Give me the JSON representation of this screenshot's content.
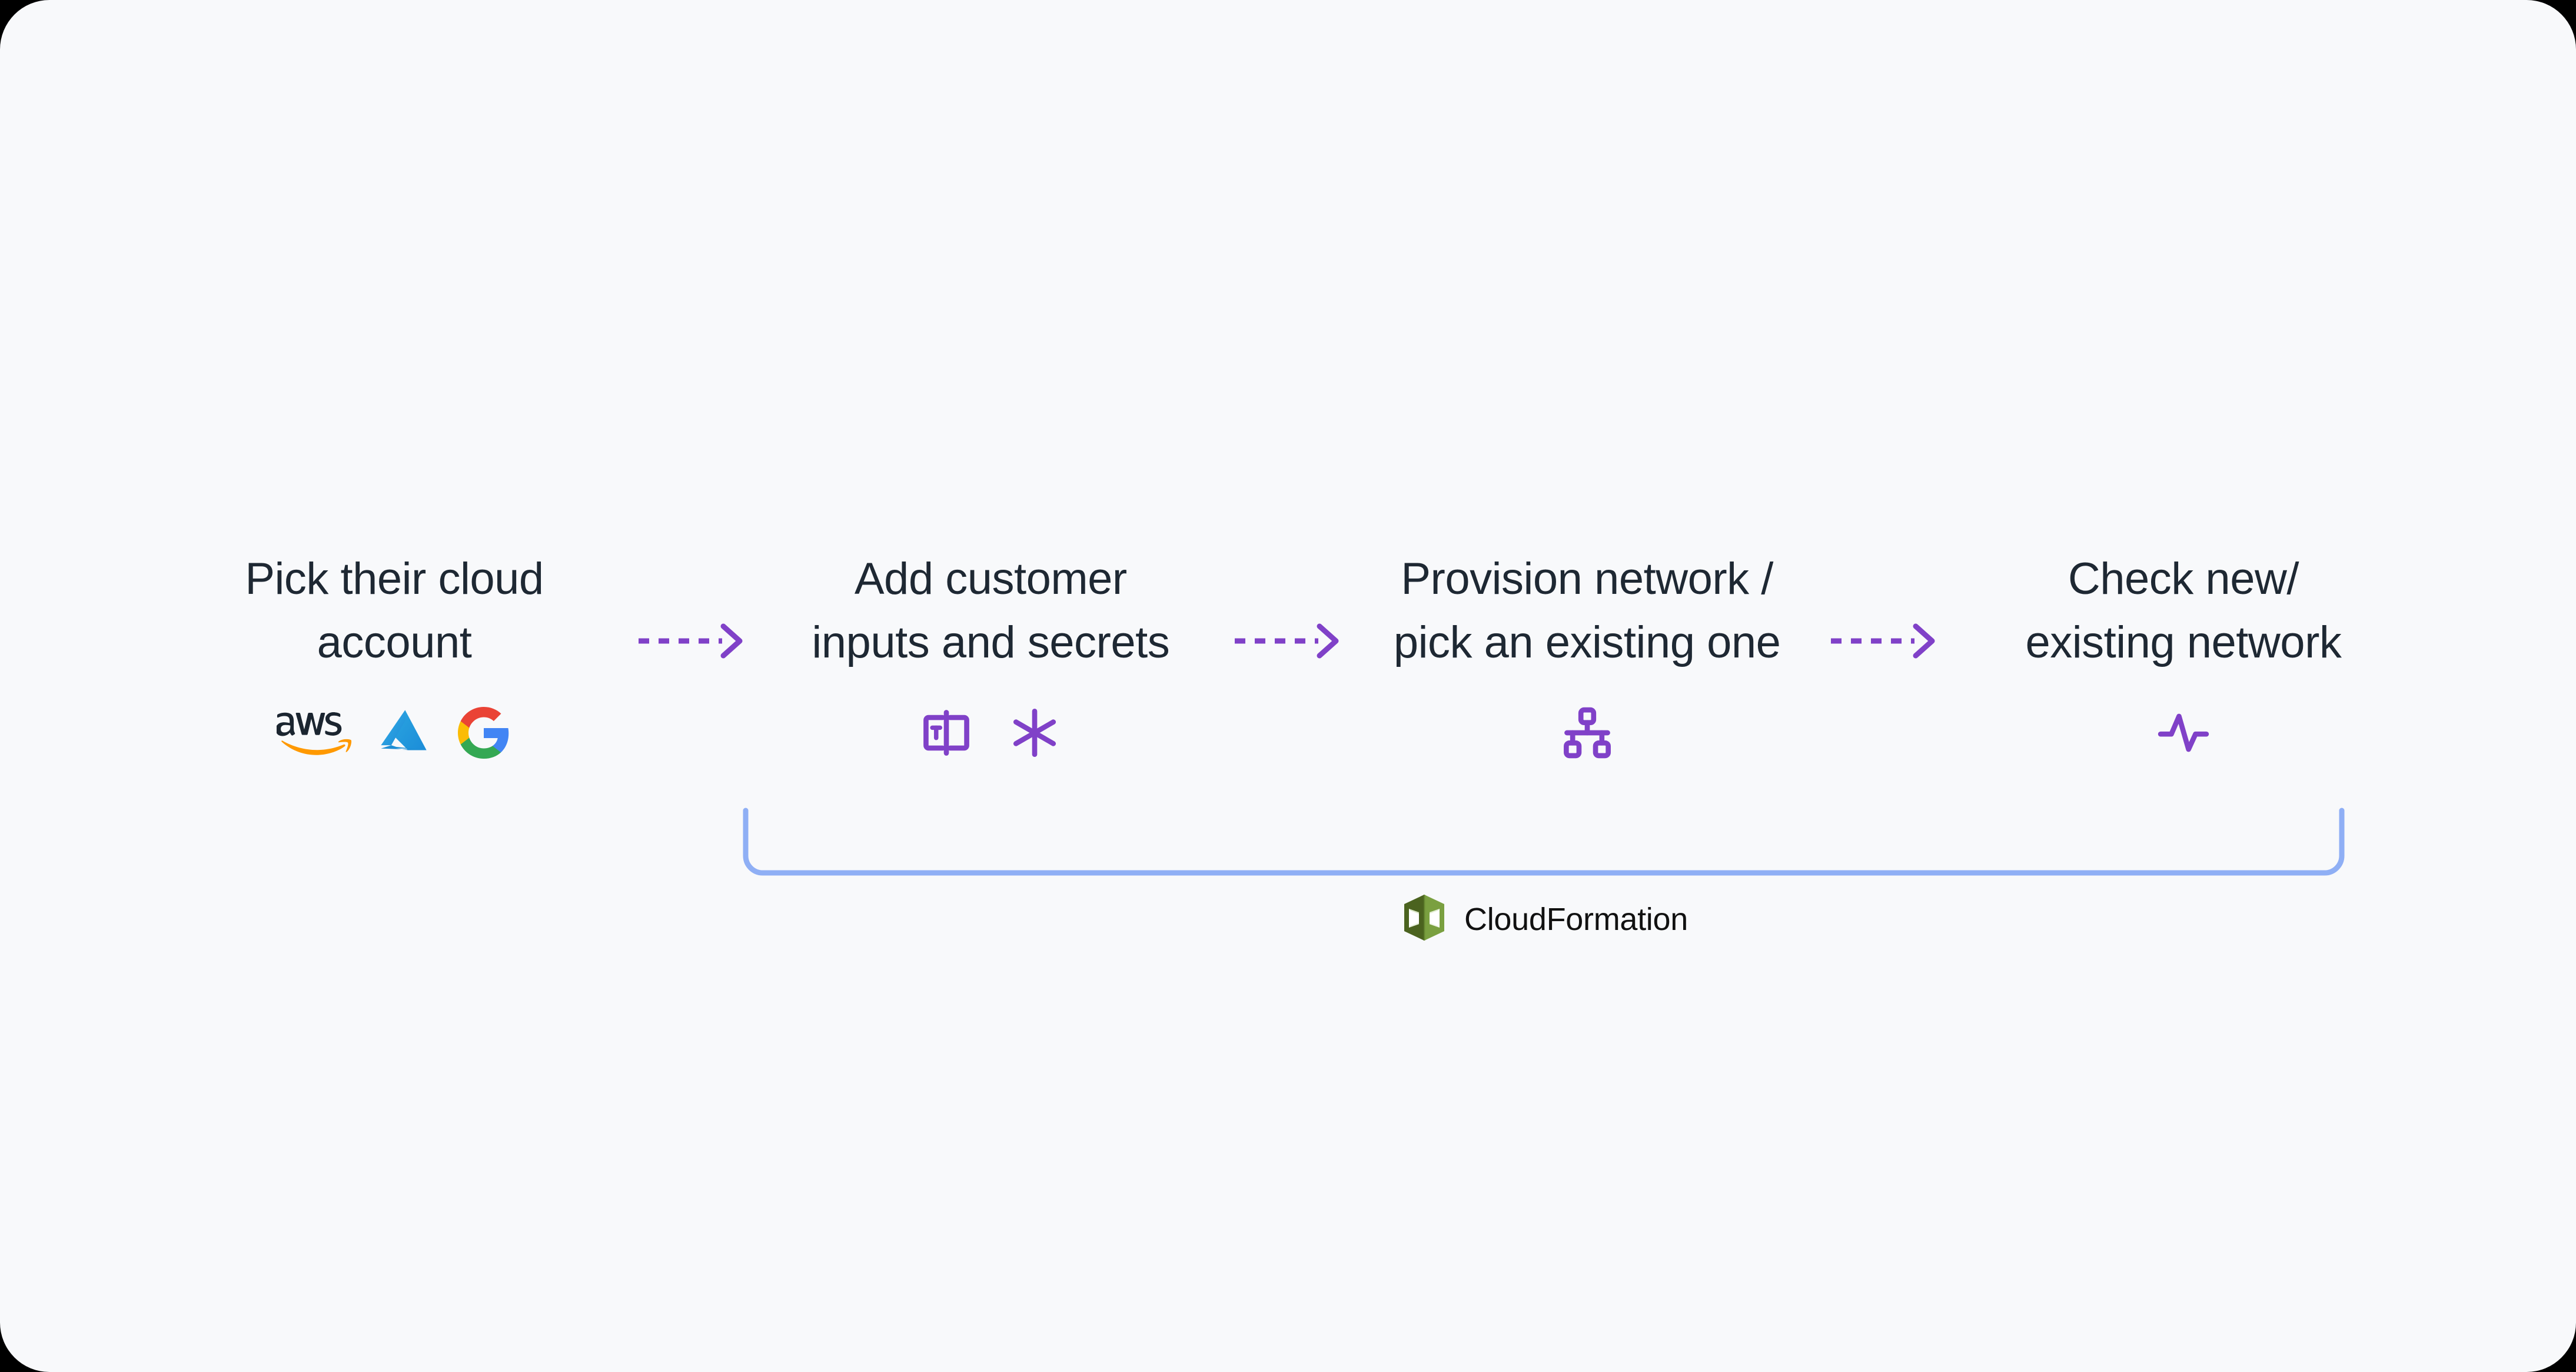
{
  "theme": {
    "background": "#F8F9FB",
    "text_color": "#1E2833",
    "accent_purple": "#8041C8",
    "bracket_blue": "#8FAFF5",
    "cloudformation_green": "#759C3E"
  },
  "flow": {
    "steps": [
      {
        "title": "Pick their cloud\naccount",
        "icons": [
          {
            "name": "aws-logo",
            "label": "AWS"
          },
          {
            "name": "azure-logo",
            "label": "Microsoft Azure"
          },
          {
            "name": "google-cloud-logo",
            "label": "Google"
          }
        ]
      },
      {
        "title": "Add customer\ninputs and secrets",
        "icons": [
          {
            "name": "text-input-field-icon",
            "label": "Input field"
          },
          {
            "name": "asterisk-secret-icon",
            "label": "Secret"
          }
        ]
      },
      {
        "title": "Provision network /\npick an existing one",
        "icons": [
          {
            "name": "network-topology-icon",
            "label": "Network"
          }
        ]
      },
      {
        "title": "Check new/\nexisting network",
        "icons": [
          {
            "name": "activity-pulse-icon",
            "label": "Health check"
          }
        ]
      }
    ],
    "connectors": [
      {
        "name": "dashed-arrow-1",
        "style": "dashed-right-arrow"
      },
      {
        "name": "dashed-arrow-2",
        "style": "dashed-right-arrow"
      },
      {
        "name": "dashed-arrow-3",
        "style": "dashed-right-arrow"
      }
    ]
  },
  "bracket": {
    "label": "CloudFormation",
    "icon": "aws-cloudformation-icon",
    "spans_steps": [
      2,
      3,
      4
    ]
  }
}
